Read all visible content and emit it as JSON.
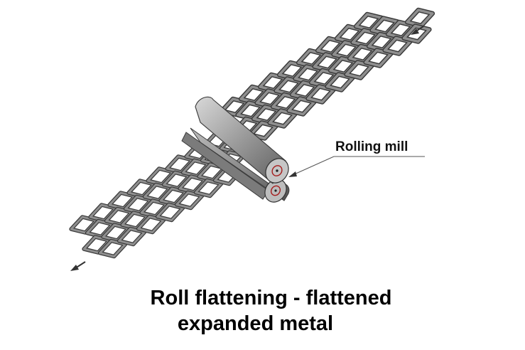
{
  "diagram": {
    "callout_label": "Rolling mill",
    "caption_line1": "Roll flattening - flattened",
    "caption_line2": "expanded metal",
    "colors": {
      "mesh_fill": "#8f8f8f",
      "mesh_edge": "#3a3a3a",
      "roller_light": "#c9c9c9",
      "roller_dark": "#6e6e6e",
      "axle_accent": "#a51c1c",
      "text": "#000000"
    },
    "icons": [
      "feed-direction-arrow-icon",
      "exit-direction-arrow-icon",
      "roller-icon"
    ]
  }
}
